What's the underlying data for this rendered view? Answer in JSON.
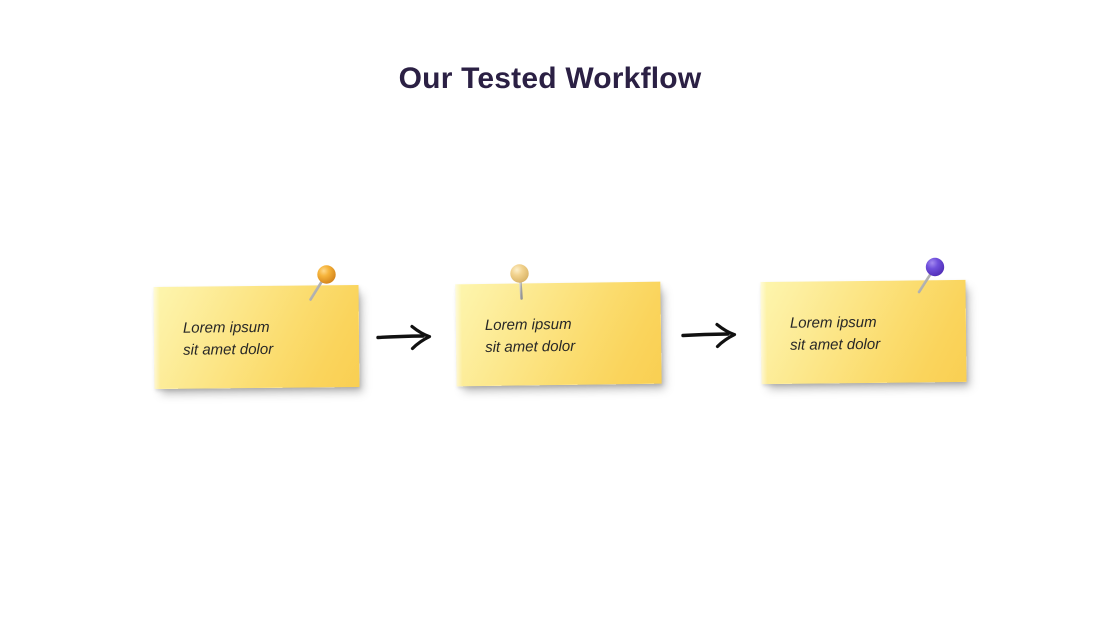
{
  "slide": {
    "title": "Our Tested Workflow",
    "background_color": "#ffffff",
    "title_color": "#2b2044"
  },
  "workflow": {
    "note_text_color": "#272727",
    "steps": [
      {
        "id": "step-1",
        "text": "Lorem ipsum\nsit amet dolor",
        "line1": "Lorem ipsum",
        "line2": "sit amet dolor",
        "pin_color": "#e8a020",
        "pin_name": "pushpin-orange",
        "note_gradient_start": "#fdf6ae",
        "note_gradient_end": "#f9cf52"
      },
      {
        "id": "step-2",
        "text": "Lorem ipsum\nsit amet dolor",
        "line1": "Lorem ipsum",
        "line2": "sit amet dolor",
        "pin_color": "#f0d08a",
        "pin_name": "pushpin-tan",
        "note_gradient_start": "#fdf6ae",
        "note_gradient_end": "#f9cf52"
      },
      {
        "id": "step-3",
        "text": "Lorem ipsum\nsit amet dolor",
        "line1": "Lorem ipsum",
        "line2": "sit amet dolor",
        "pin_color": "#6b3fd4",
        "pin_name": "pushpin-purple",
        "note_gradient_start": "#fdf6ae",
        "note_gradient_end": "#f9cf52"
      }
    ],
    "connectors": [
      {
        "id": "arrow-1",
        "name": "arrow-right-icon",
        "color": "#111111"
      },
      {
        "id": "arrow-2",
        "name": "arrow-right-icon",
        "color": "#111111"
      }
    ]
  }
}
